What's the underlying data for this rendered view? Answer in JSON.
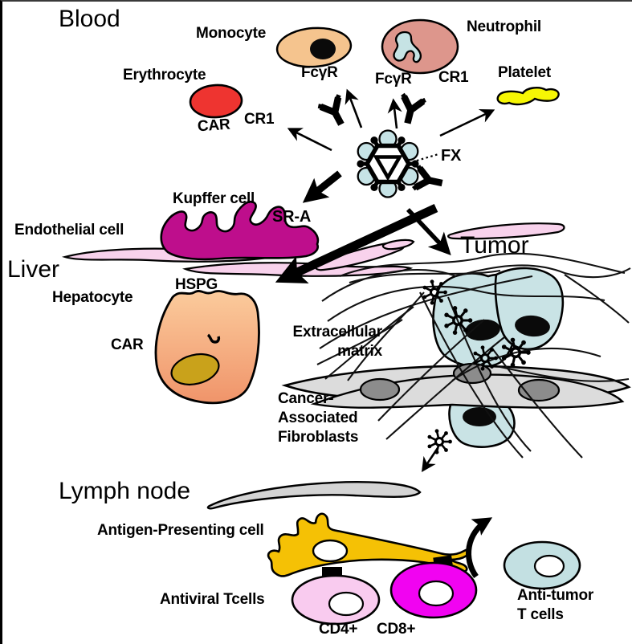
{
  "colors": {
    "ink": "#000000",
    "monocyte": "#F5C48E",
    "monocyte_nucleus": "#0a0a0a",
    "neutrophil": "#DD968C",
    "neutrophil_nucleus": "#C6E3E4",
    "erythrocyte": "#EE3430",
    "platelet": "#F6F604",
    "virus_fx_blue": "#C6E3E6",
    "endothelial": "#F8D2EC",
    "kupffer": "#BE0E8C",
    "hepatocyte_top": "#FBCB9C",
    "hepatocyte_bottom": "#F0946A",
    "hepatocyte_nucleus": "#C9A21B",
    "tumor_cell": "#C9E3E5",
    "tumor_nucleus": "#0a0a0a",
    "caf": "#DCDCDC",
    "caf_nucleus": "#8C8C8C",
    "lymph_capsule": "#D4D4D4",
    "apc": "#F5C105",
    "cd4": "#F9CBEF",
    "cd8": "#F103F1",
    "antitumor": "#C3E0E2",
    "white": "#FFFFFF"
  },
  "sections": {
    "blood": "Blood",
    "liver": "Liver",
    "tumor": "Tumor",
    "lymph_node": "Lymph node"
  },
  "blood": {
    "monocyte_label": "Monocyte",
    "monocyte_receptor": "FcγR",
    "erythrocyte_label": "Erythrocyte",
    "erythrocyte_receptor_car": "CAR",
    "erythrocyte_receptor_cr1": "CR1",
    "neutrophil_label": "Neutrophil",
    "neutrophil_receptor_fcgr": "FcγR",
    "neutrophil_receptor_cr1": "CR1",
    "platelet_label": "Platelet",
    "virus_factor": "FX"
  },
  "liver": {
    "kupffer_label": "Kupffer cell",
    "kupffer_receptor": "SR-A",
    "endothelial_label": "Endothelial cell",
    "hepatocyte_label": "Hepatocyte",
    "hepatocyte_receptor_hspg": "HSPG",
    "hepatocyte_receptor_car": "CAR"
  },
  "tumor": {
    "ecm_line1": "Extracellular",
    "ecm_line2": "matrix",
    "caf_line1": "Cancer-",
    "caf_line2": "Associated",
    "caf_line3": "Fibroblasts"
  },
  "lymph": {
    "apc_label": "Antigen-Presenting cell",
    "antiviral_label": "Antiviral Tcells",
    "cd4_label": "CD4+",
    "cd8_label": "CD8+",
    "antitumor_line1": "Anti-tumor",
    "antitumor_line2": "T cells"
  }
}
